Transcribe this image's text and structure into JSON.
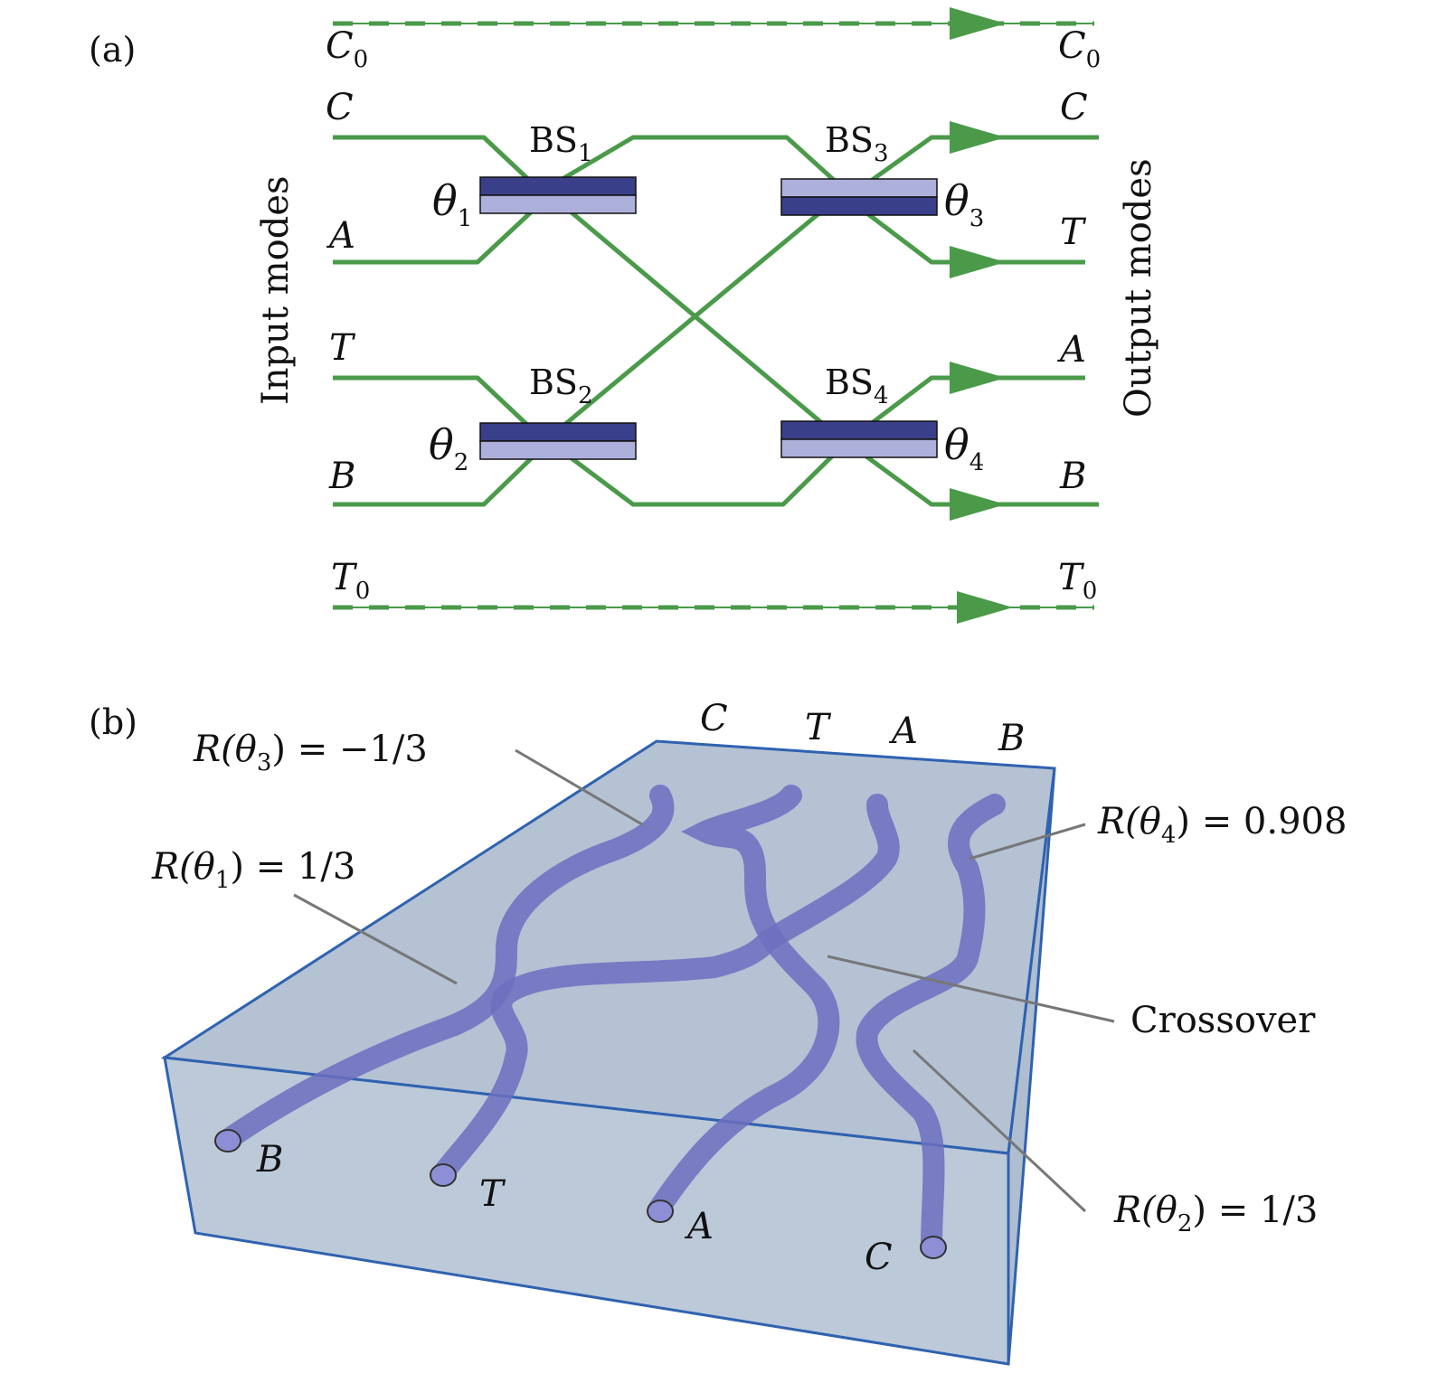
{
  "colors": {
    "waveguide_green": "#4a9a4a",
    "bs_dark": "#3a3f8a",
    "bs_light": "#aeb0dc",
    "chip_fill": "#b9c6d6",
    "chip_edge": "#2f62b0",
    "tube": "#6c6fbf",
    "leader": "#777777"
  },
  "panel_a": {
    "label": "(a)",
    "input_side_label": "Input modes",
    "output_side_label": "Output modes",
    "inputs": {
      "c0": {
        "base": "C",
        "sub": "0"
      },
      "c": "C",
      "a": "A",
      "t": "T",
      "b": "B",
      "t0": {
        "base": "T",
        "sub": "0"
      }
    },
    "outputs": {
      "c0": {
        "base": "C",
        "sub": "0"
      },
      "c": "C",
      "t": "T",
      "a": "A",
      "b": "B",
      "t0": {
        "base": "T",
        "sub": "0"
      }
    },
    "beamsplitters": {
      "bs1": {
        "base": "BS",
        "sub": "1",
        "theta": "θ",
        "theta_sub": "1"
      },
      "bs2": {
        "base": "BS",
        "sub": "2",
        "theta": "θ",
        "theta_sub": "2"
      },
      "bs3": {
        "base": "BS",
        "sub": "3",
        "theta": "θ",
        "theta_sub": "3"
      },
      "bs4": {
        "base": "BS",
        "sub": "4",
        "theta": "θ",
        "theta_sub": "4"
      }
    }
  },
  "panel_b": {
    "label": "(b)",
    "top_modes": {
      "c": "C",
      "t": "T",
      "a": "A",
      "b": "B"
    },
    "bottom_modes": {
      "b": "B",
      "t": "T",
      "a": "A",
      "c": "C"
    },
    "annotations": {
      "r3": {
        "pre": "R(",
        "theta": "θ",
        "sub": "3",
        "post": ") = −1/3"
      },
      "r1": {
        "pre": "R(",
        "theta": "θ",
        "sub": "1",
        "post": ") = 1/3"
      },
      "r4": {
        "pre": "R(",
        "theta": "θ",
        "sub": "4",
        "post": ") = 0.908"
      },
      "r2": {
        "pre": "R(",
        "theta": "θ",
        "sub": "2",
        "post": ") = 1/3"
      },
      "crossover": "Crossover"
    }
  }
}
